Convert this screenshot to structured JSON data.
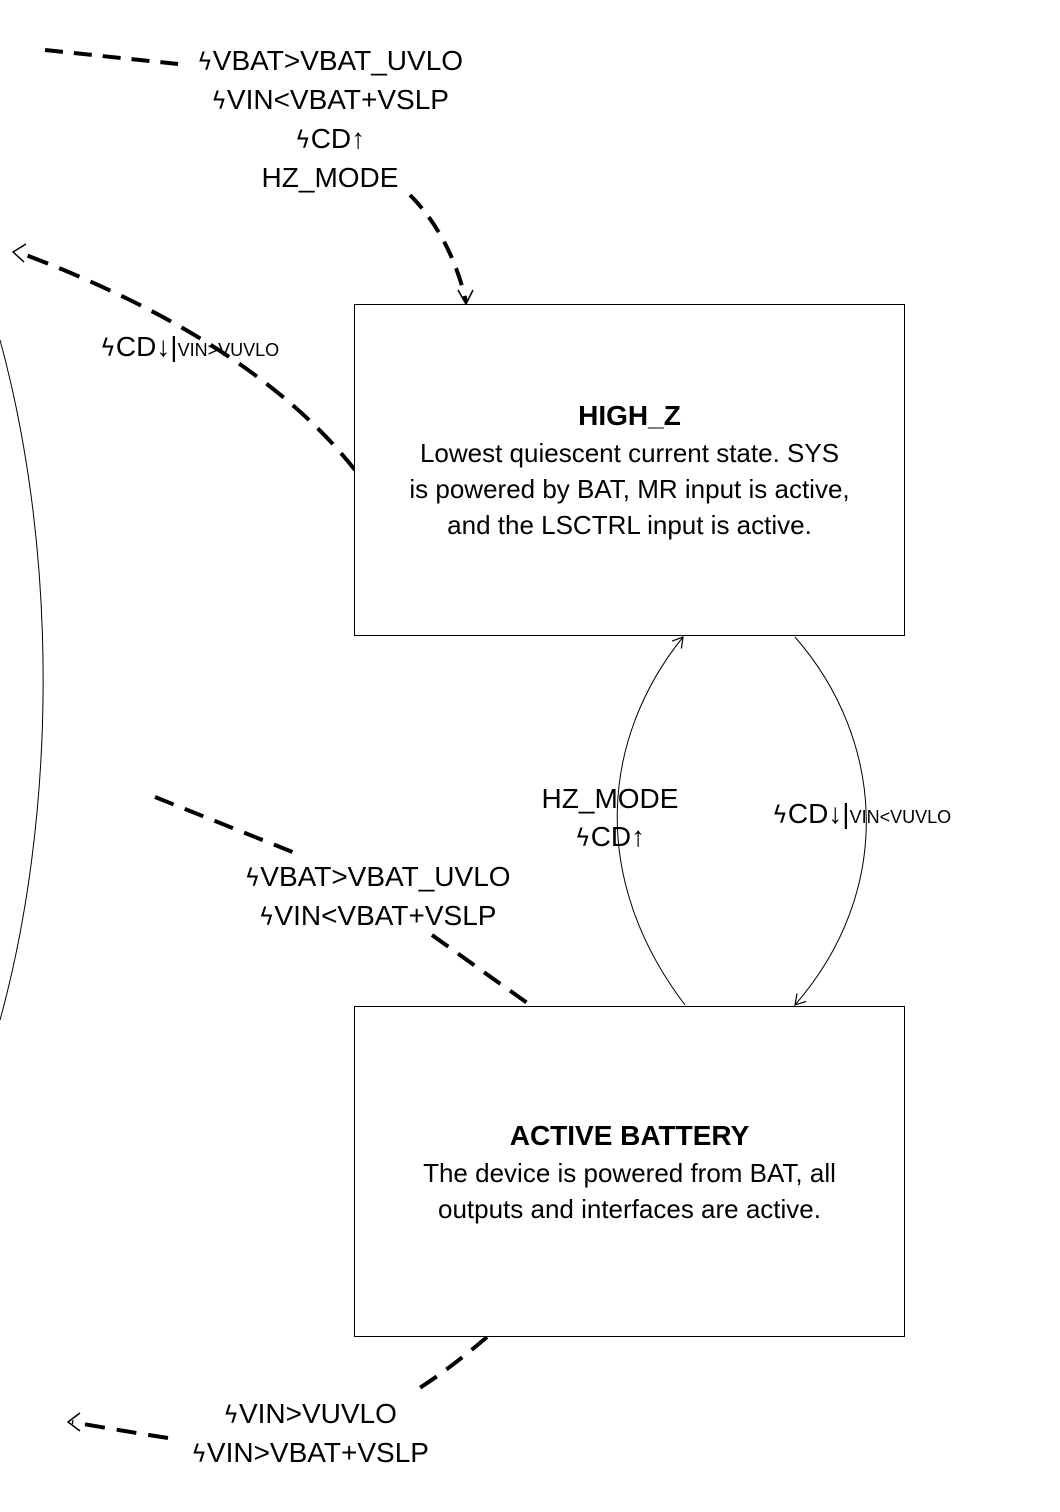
{
  "states": {
    "high_z": {
      "title": "HIGH_Z",
      "desc_lines": [
        "Lowest quiescent current state.  SYS",
        "is powered by BAT, MR input is active,",
        "and the LSCTRL input is active."
      ]
    },
    "active_battery": {
      "title": "ACTIVE BATTERY",
      "desc_lines": [
        "The device is powered from BAT, all",
        "outputs and interfaces are active."
      ]
    }
  },
  "transitions": {
    "into_high_z_top": [
      "VBAT>VBAT_UVLO",
      "VIN<VBAT+VSLP",
      "CD↑",
      "HZ_MODE"
    ],
    "out_high_z_left": {
      "main": "CD↓|",
      "sub": "VIN>VUVLO"
    },
    "active_to_high_z": [
      "HZ_MODE",
      "CD↑"
    ],
    "high_z_to_active": {
      "main": "CD↓|",
      "sub": "VIN<VUVLO"
    },
    "into_active_left": [
      "VBAT>VBAT_UVLO",
      "VIN<VBAT+VSLP"
    ],
    "out_active_bottom": [
      "VIN>VUVLO",
      "VIN>VBAT+VSLP"
    ]
  },
  "icons": {
    "event_marker": "lightning-bolt-icon"
  }
}
